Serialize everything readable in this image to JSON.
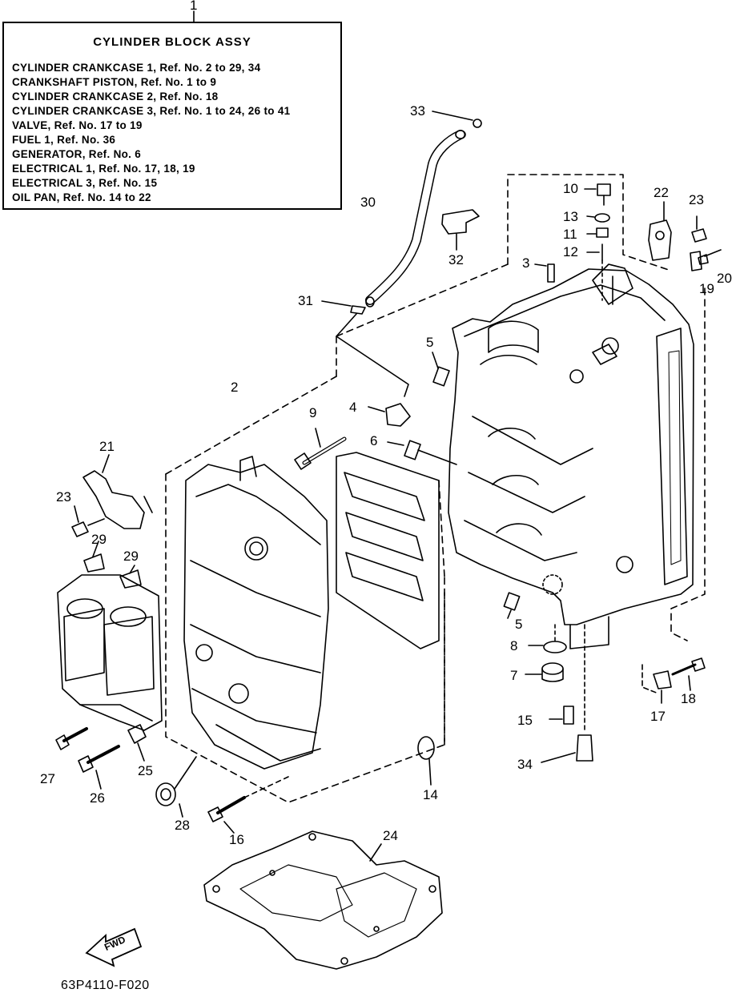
{
  "legend": {
    "callout": "1",
    "title": "CYLINDER  BLOCK  ASSY",
    "lines": [
      "CYLINDER CRANKCASE 1,  Ref. No. 2 to 29, 34",
      "CRANKSHAFT PISTON,  Ref. No. 1 to 9",
      "CYLINDER CRANKCASE 2,  Ref. No. 18",
      "CYLINDER CRANKCASE 3,  Ref. No. 1 to 24, 26 to 41",
      "VALVE,  Ref. No. 17 to 19",
      "FUEL 1,  Ref. No. 36",
      "GENERATOR,    Ref. No. 6",
      "ELECTRICAL 1,  Ref. No. 17, 18, 19",
      "ELECTRICAL 3,  Ref. No. 15",
      "OIL PAN,  Ref. No. 14 to 22"
    ]
  },
  "callouts": [
    {
      "id": "p33a",
      "label": "33"
    },
    {
      "id": "p30",
      "label": "30"
    },
    {
      "id": "p32",
      "label": "32"
    },
    {
      "id": "p31",
      "label": "31"
    },
    {
      "id": "p10",
      "label": "10"
    },
    {
      "id": "p13",
      "label": "13"
    },
    {
      "id": "p11",
      "label": "11"
    },
    {
      "id": "p12",
      "label": "12"
    },
    {
      "id": "p3",
      "label": "3"
    },
    {
      "id": "p22",
      "label": "22"
    },
    {
      "id": "p23a",
      "label": "23"
    },
    {
      "id": "p20",
      "label": "20"
    },
    {
      "id": "p19",
      "label": "19"
    },
    {
      "id": "p5a",
      "label": "5"
    },
    {
      "id": "p2",
      "label": "2"
    },
    {
      "id": "p4",
      "label": "4"
    },
    {
      "id": "p9",
      "label": "9"
    },
    {
      "id": "p6",
      "label": "6"
    },
    {
      "id": "p21",
      "label": "21"
    },
    {
      "id": "p23b",
      "label": "23"
    },
    {
      "id": "p29a",
      "label": "29"
    },
    {
      "id": "p29b",
      "label": "29"
    },
    {
      "id": "p5b",
      "label": "5"
    },
    {
      "id": "p8",
      "label": "8"
    },
    {
      "id": "p7",
      "label": "7"
    },
    {
      "id": "p15",
      "label": "15"
    },
    {
      "id": "p34",
      "label": "34"
    },
    {
      "id": "p17",
      "label": "17"
    },
    {
      "id": "p18",
      "label": "18"
    },
    {
      "id": "p14",
      "label": "14"
    },
    {
      "id": "p27",
      "label": "27"
    },
    {
      "id": "p26",
      "label": "26"
    },
    {
      "id": "p25",
      "label": "25"
    },
    {
      "id": "p28",
      "label": "28"
    },
    {
      "id": "p16",
      "label": "16"
    },
    {
      "id": "p24",
      "label": "24"
    }
  ],
  "fwd_label": "FWD",
  "drawing_code": "63P4110-F020"
}
